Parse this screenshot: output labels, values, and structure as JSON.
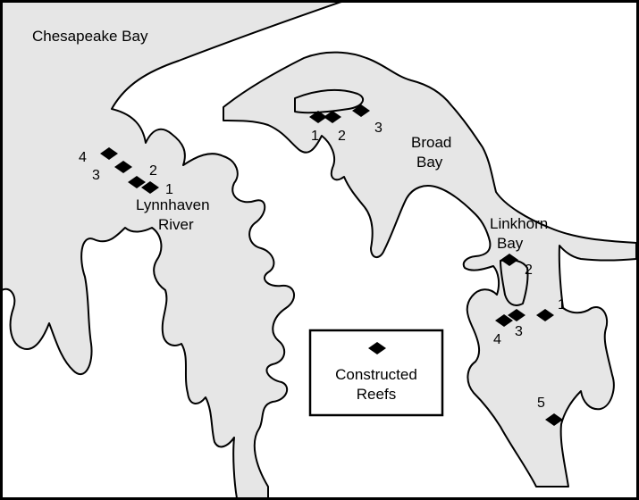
{
  "labels": {
    "chesapeake_bay": "Chesapeake Bay",
    "lynnhaven": "Lynnhaven",
    "river": "River",
    "broad": "Broad",
    "bay": "Bay",
    "linkhorn": "Linkhorn",
    "linkhorn_bay": "Bay"
  },
  "legend": {
    "line1": "Constructed",
    "line2": "Reefs"
  },
  "reefs": {
    "lynnhaven": [
      "1",
      "2",
      "3",
      "4"
    ],
    "broad_bay": [
      "1",
      "2",
      "3"
    ],
    "linkhorn_bay": [
      "1",
      "2",
      "3",
      "4",
      "5"
    ]
  },
  "colors": {
    "water": "#e6e6e6",
    "land": "#ffffff",
    "reef_marker": "#000000"
  }
}
